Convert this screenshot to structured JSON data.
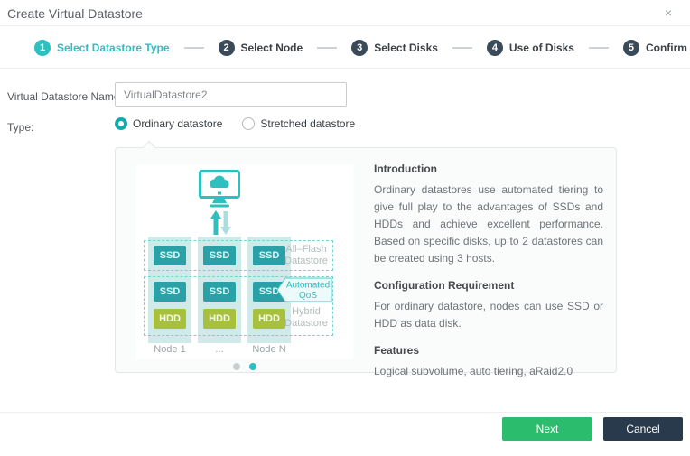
{
  "dialog": {
    "title": "Create Virtual Datastore",
    "close_glyph": "×"
  },
  "stepper": {
    "steps": [
      {
        "num": "1",
        "label": "Select Datastore Type",
        "active": true
      },
      {
        "num": "2",
        "label": "Select Node",
        "active": false
      },
      {
        "num": "3",
        "label": "Select Disks",
        "active": false
      },
      {
        "num": "4",
        "label": "Use of Disks",
        "active": false
      },
      {
        "num": "5",
        "label": "Confirm",
        "active": false
      }
    ]
  },
  "form": {
    "name_label": "Virtual Datastore Name:",
    "name_value": "VirtualDatastore2",
    "type_label": "Type:",
    "type_options": [
      {
        "label": "Ordinary datastore",
        "selected": true
      },
      {
        "label": "Stretched datastore",
        "selected": false
      }
    ]
  },
  "panel": {
    "illustration": {
      "columns": [
        {
          "node_label": "Node 1",
          "disks": [
            "SSD",
            "SSD",
            "HDD"
          ]
        },
        {
          "node_label": "...",
          "disks": [
            "SSD",
            "SSD",
            "HDD"
          ]
        },
        {
          "node_label": "Node N",
          "disks": [
            "SSD",
            "SSD",
            "HDD"
          ]
        }
      ],
      "all_flash_label": "All–Flash\nDatastore",
      "qos_line1": "Automated",
      "qos_line2": "QoS",
      "hybrid_label": "Hybrid\nDatastore"
    },
    "sections": [
      {
        "heading": "Introduction",
        "body": "Ordinary datastores use automated tiering to give full play to the advantages of SSDs and HDDs and achieve excellent performance. Based on specific disks, up to 2 datastores can be created using 3 hosts."
      },
      {
        "heading": "Configuration Requirement",
        "body": "For ordinary datastore, nodes can use SSD or HDD as data disk."
      },
      {
        "heading": "Features",
        "body": "Logical subvolume, auto tiering, aRaid2.0"
      }
    ],
    "pagination": {
      "total_dots": 2,
      "active_dot": 2
    }
  },
  "footer": {
    "next_label": "Next",
    "cancel_label": "Cancel"
  },
  "colors": {
    "accent_teal": "#2ebfbf",
    "step_inactive": "#3a4a58",
    "ssd_block": "#2aa1a6",
    "hdd_block": "#a7c13d",
    "next_green": "#2bbd6d",
    "cancel_navy": "#2a3a4d"
  }
}
